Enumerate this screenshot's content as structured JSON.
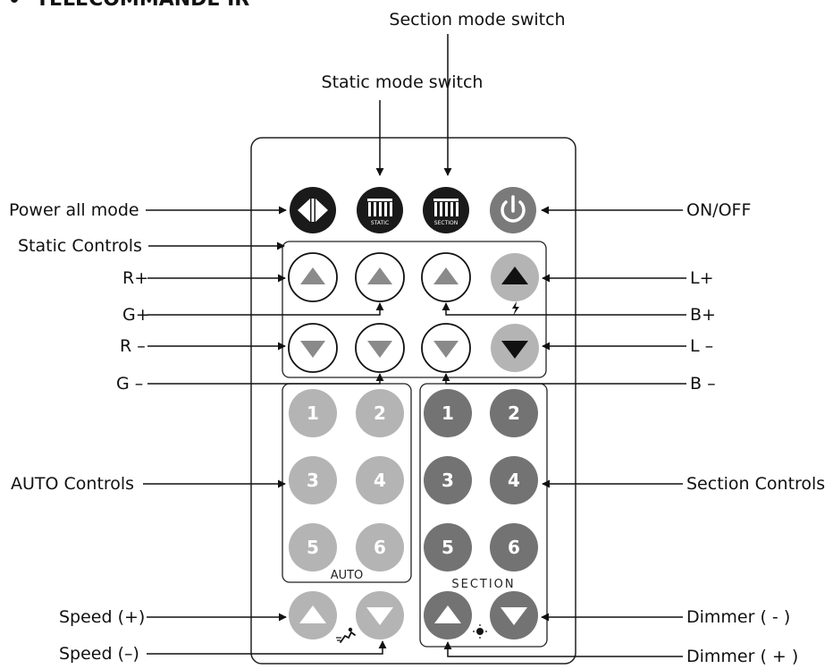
{
  "heading": "TELECOMMANDE IR",
  "top_labels": {
    "section_mode_switch": "Section mode switch",
    "static_mode_switch": "Static mode switch"
  },
  "left_labels": {
    "power_all_mode": "Power all mode",
    "static_controls": "Static Controls",
    "r_plus": "R+",
    "g_plus": "G+",
    "r_minus": "R –",
    "g_minus": "G –",
    "auto_controls": "AUTO Controls",
    "speed_plus": "Speed (+)",
    "speed_minus": "Speed (–)"
  },
  "right_labels": {
    "on_off": "ON/OFF",
    "l_plus": "L+",
    "b_plus": "B+",
    "l_minus": "L –",
    "b_minus": "B –",
    "section_controls": "Section Controls",
    "dimmer_minus": "Dimmer ( - )",
    "dimmer_plus": "Dimmer ( + )"
  },
  "remote": {
    "static_badge": "STATIC",
    "section_badge": "SECTION",
    "auto_group_label": "AUTO",
    "section_group_label": "SECTION",
    "auto_buttons": [
      "1",
      "2",
      "3",
      "4",
      "5",
      "6"
    ],
    "section_buttons": [
      "1",
      "2",
      "3",
      "4",
      "5",
      "6"
    ]
  },
  "colors": {
    "dark_button": "#1a1a1a",
    "grey_arrow": "#8a8a8a",
    "light_button": "#b4b4b4",
    "mid_button": "#737373",
    "power_button": "#7a7a7a",
    "black_arrow": "#111111"
  }
}
